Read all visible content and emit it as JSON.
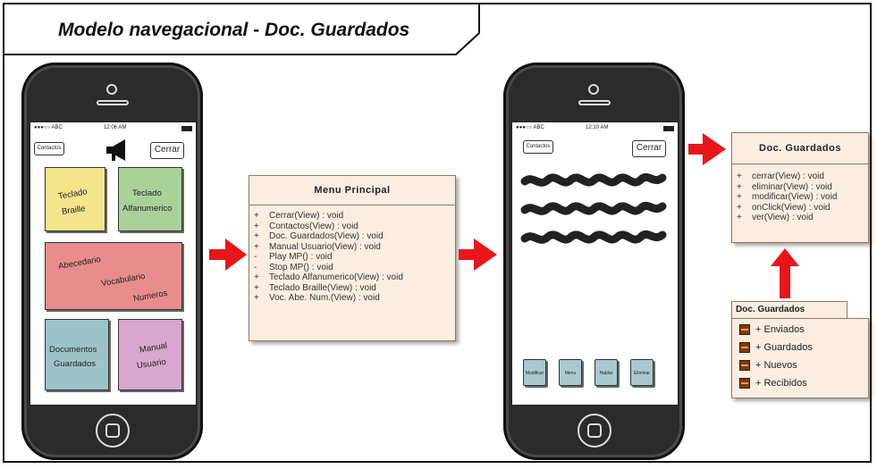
{
  "title": "Modelo navegacional - Doc. Guardados",
  "phone1": {
    "status_carrier": "●●●○○ ABC",
    "status_time": "12:06 AM",
    "contactos_btn": "Contactos",
    "cerrar_btn": "Cerrar",
    "tiles": {
      "teclado_braille": [
        "Teclado",
        "Braille"
      ],
      "teclado_alfanumerico": [
        "Teclado",
        "Alfanumerico"
      ],
      "abc": [
        "Abecedario",
        "Vocabulario",
        "Numeros"
      ],
      "documentos": [
        "Documentos",
        "Guardados"
      ],
      "manual": [
        "Manual",
        "Usuario"
      ]
    },
    "colors": {
      "yellow": "#f4e48a",
      "green": "#a8d29a",
      "red": "#e88d8d",
      "teal": "#9dc3c8",
      "pink": "#d7a7cf"
    }
  },
  "menu_principal": {
    "title": "Menu Principal",
    "rows": [
      {
        "vis": "+",
        "text": "Cerrar(View) : void"
      },
      {
        "vis": "+",
        "text": "Contactos(View) : void"
      },
      {
        "vis": "+",
        "text": "Doc. Guardados(View) : void"
      },
      {
        "vis": "+",
        "text": "Manual Usuario(View) : void"
      },
      {
        "vis": "-",
        "text": "Play MP() : void"
      },
      {
        "vis": "-",
        "text": "Stop MP() : void"
      },
      {
        "vis": "+",
        "text": "Teclado Alfanumerico(View) : void"
      },
      {
        "vis": "+",
        "text": "Teclado Braille(View) : void"
      },
      {
        "vis": "+",
        "text": "Voc. Abe. Num.(View) : void"
      }
    ]
  },
  "phone2": {
    "status_carrier": "●●●○○ ABC",
    "status_time": "12:10 AM",
    "contactos_btn": "Contactos",
    "cerrar_btn": "Cerrar",
    "bottom_buttons": [
      "Modificar",
      "Menu",
      "Hablar",
      "Eliminar"
    ]
  },
  "doc_guardados_class": {
    "title": "Doc. Guardados",
    "rows": [
      {
        "vis": "+",
        "text": "cerrar(View) : void"
      },
      {
        "vis": "+",
        "text": "eliminar(View) : void"
      },
      {
        "vis": "+",
        "text": "modificar(View) : void"
      },
      {
        "vis": "+",
        "text": "onClick(View) : void"
      },
      {
        "vis": "+",
        "text": "ver(View) : void"
      }
    ]
  },
  "doc_guardados_pkg": {
    "title": "Doc. Guardados",
    "items": [
      "+ Enviados",
      "+ Guardados",
      "+ Nuevos",
      "+ Recibidos"
    ]
  },
  "arrow_color": "#e8161b"
}
